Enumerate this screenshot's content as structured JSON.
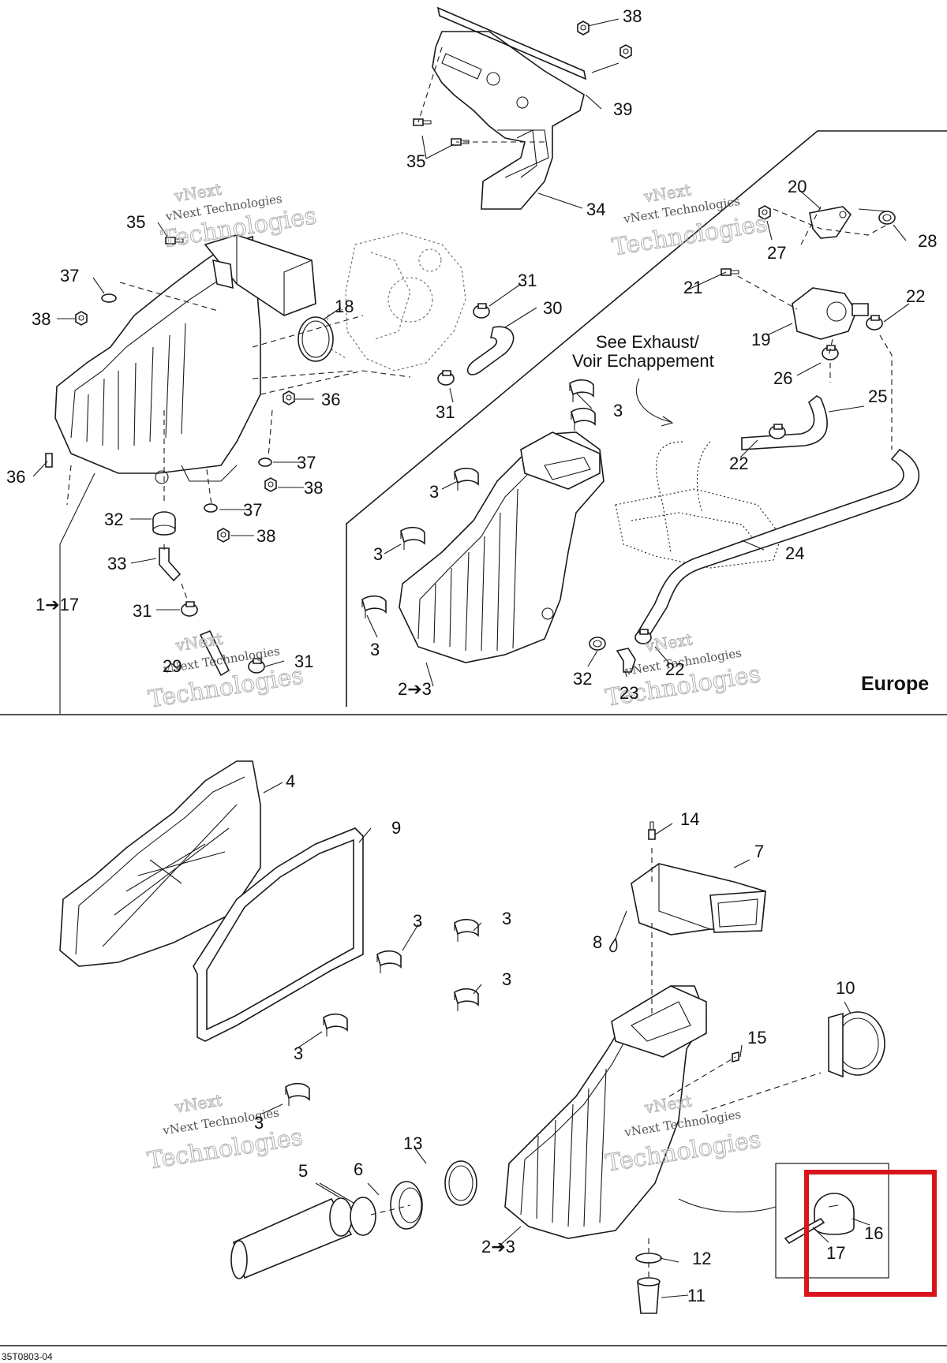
{
  "diagram": {
    "callouts": {
      "n38a": "38",
      "n39": "39",
      "n35a": "35",
      "n34": "34",
      "n35b": "35",
      "n37a": "37",
      "n38b": "38",
      "n18": "18",
      "n31a": "31",
      "n30": "30",
      "n31b": "31",
      "n36a": "36",
      "n36b": "36",
      "n37b": "37",
      "n38c": "38",
      "n32a": "32",
      "n37c": "37",
      "n38d": "38",
      "n33": "33",
      "n1to17": "1➔17",
      "n31c": "31",
      "n29": "29",
      "n31d": "31",
      "n20": "20",
      "n27": "27",
      "n28": "28",
      "n21": "21",
      "n22a": "22",
      "n19": "19",
      "n26": "26",
      "n25": "25",
      "n22b": "22",
      "n24": "24",
      "n3a": "3",
      "n3b": "3",
      "n3c": "3",
      "n3d": "3",
      "n2to3a": "2➔3",
      "n32b": "32",
      "n23": "23",
      "n22c": "22",
      "n4": "4",
      "n9": "9",
      "n3e": "3",
      "n3f": "3",
      "n3g": "3",
      "n3h": "3",
      "n3i": "3",
      "n14": "14",
      "n7": "7",
      "n8": "8",
      "n10": "10",
      "n15": "15",
      "n13": "13",
      "n5": "5",
      "n6": "6",
      "n2to3b": "2➔3",
      "n12": "12",
      "n11": "11",
      "n16": "16",
      "n17": "17"
    },
    "note_exhaust_line1": "See Exhaust/",
    "note_exhaust_line2": "Voir Echappement",
    "region_label": "Europe",
    "drawing_code": "35T0803-04",
    "watermark": {
      "line1": "vNext",
      "line2": "vNext Technologies",
      "line3": "Technologies"
    },
    "highlight_color": "#d8141c"
  }
}
